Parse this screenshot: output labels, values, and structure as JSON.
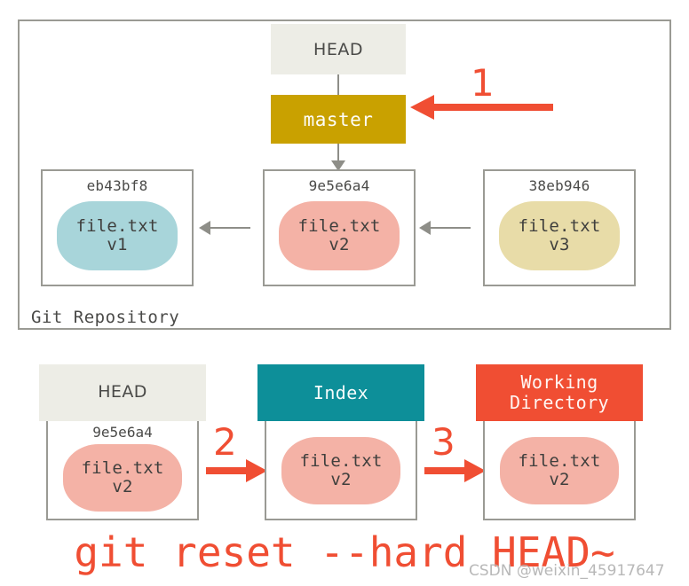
{
  "repository": {
    "label": "Git Repository",
    "head_pointer": {
      "label": "HEAD"
    },
    "branch": {
      "label": "master",
      "color": "#C9A100"
    },
    "commits": [
      {
        "hash": "eb43bf8",
        "file": "file.txt",
        "version": "v1",
        "blob_color": "#A8D5DA"
      },
      {
        "hash": "9e5e6a4",
        "file": "file.txt",
        "version": "v2",
        "blob_color": "#F4B2A6"
      },
      {
        "hash": "38eb946",
        "file": "file.txt",
        "version": "v3",
        "blob_color": "#E8DCA8"
      }
    ]
  },
  "annotations": {
    "step1": "1",
    "step2": "2",
    "step3": "3",
    "accent_color": "#F04E33"
  },
  "areas": [
    {
      "title": "HEAD",
      "header_color": "#EDEDE6",
      "hash": "9e5e6a4",
      "file": "file.txt",
      "version": "v2"
    },
    {
      "title": "Index",
      "header_color": "#0D8F99",
      "hash": "",
      "file": "file.txt",
      "version": "v2"
    },
    {
      "title": "Working\nDirectory",
      "header_color": "#F04E33",
      "hash": "",
      "file": "file.txt",
      "version": "v2"
    }
  ],
  "caption": {
    "command": "git reset --hard HEAD~"
  },
  "watermark": {
    "text": "CSDN @weixin_45917647"
  }
}
